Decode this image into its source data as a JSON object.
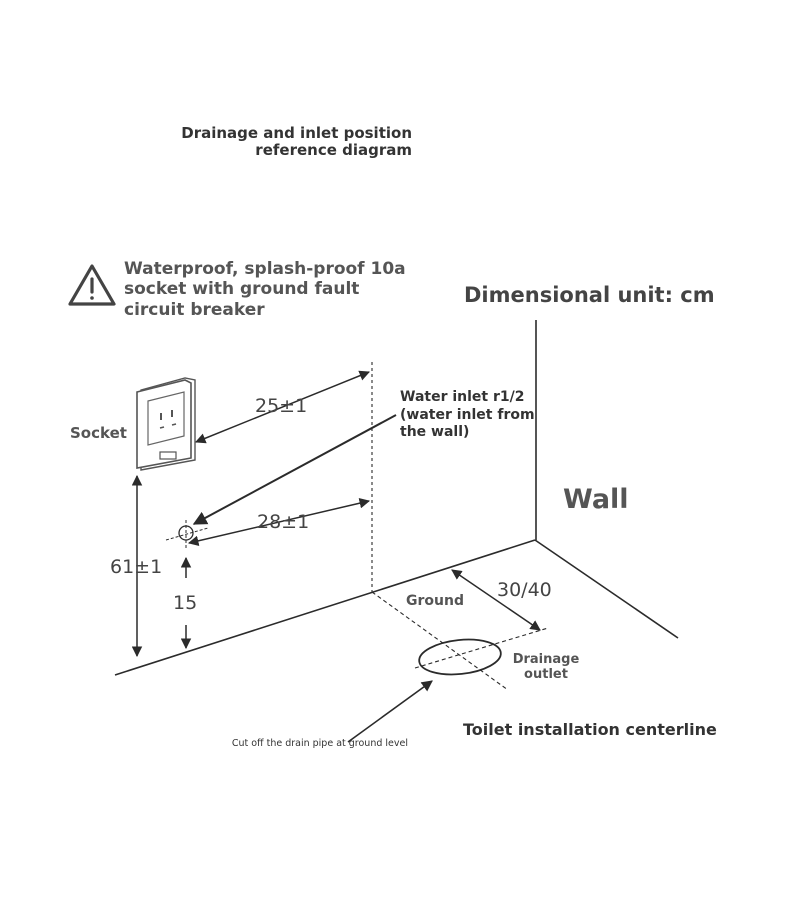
{
  "title": "Drainage and inlet position reference diagram",
  "warning": {
    "icon": "warning-triangle-icon",
    "text": "Waterproof, splash-proof 10a socket with ground fault circuit breaker"
  },
  "unit_label": "Dimensional unit: cm",
  "labels": {
    "socket": "Socket",
    "wall": "Wall",
    "water_inlet": "Water inlet r1/2 (water inlet from the wall)",
    "ground": "Ground",
    "drainage_outlet": "Drainage outlet",
    "centerline": "Toilet installation centerline",
    "cut_note": "Cut off the drain pipe at ground level"
  },
  "dimensions": {
    "socket_to_centerline": "25±1",
    "inlet_to_centerline": "28±1",
    "socket_height": "61±1",
    "inlet_height": "15",
    "drain_to_wall": "30/40"
  },
  "colors": {
    "line": "#2b2b2b",
    "text_dark": "#333333",
    "text_mid": "#555555",
    "background": "#ffffff"
  }
}
